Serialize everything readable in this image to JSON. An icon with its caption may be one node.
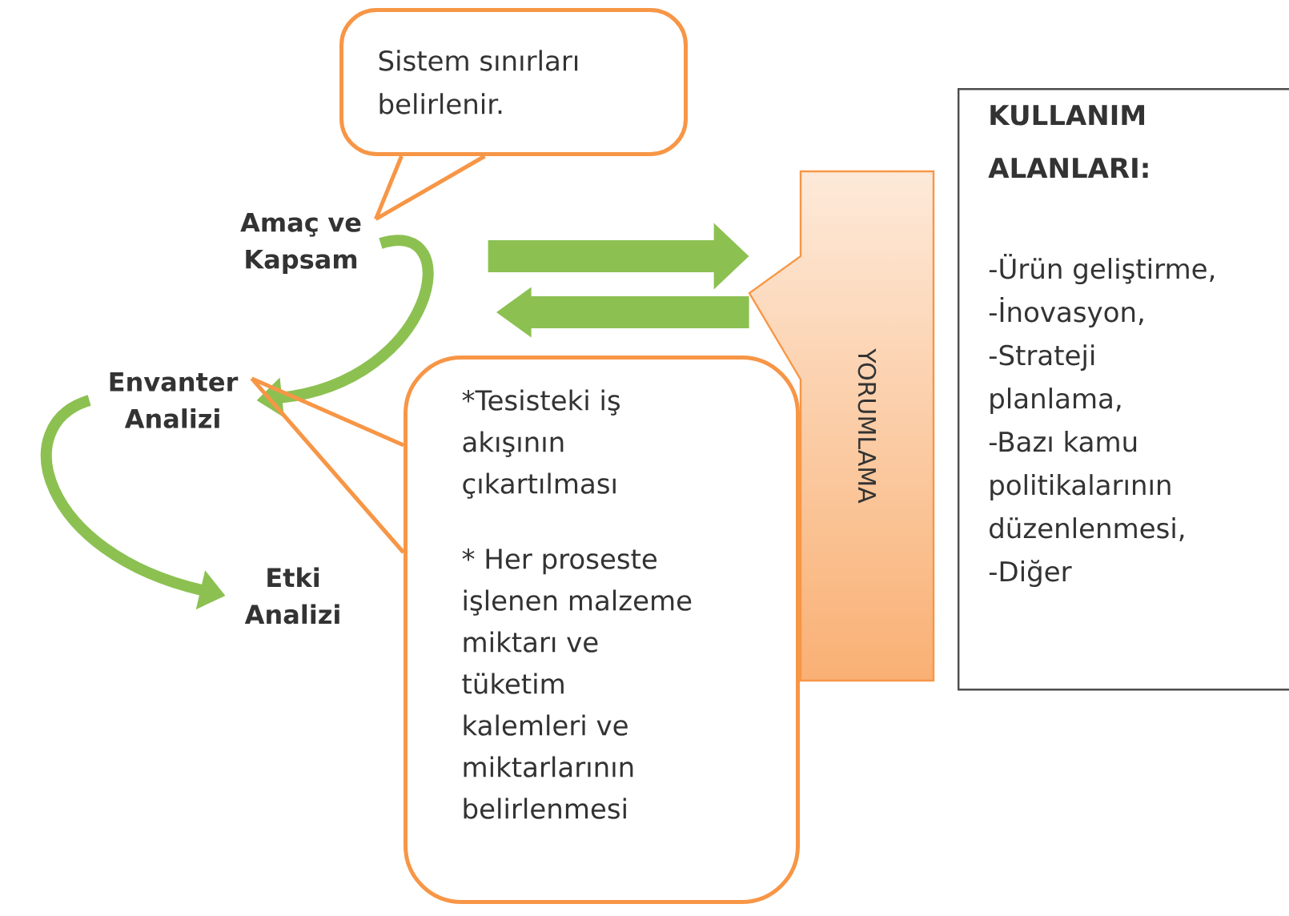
{
  "diagram": {
    "nodes": [
      {
        "text": [
          "Amaç ve Kapsam"
        ]
      },
      {
        "text": [
          "Envanter Analizi"
        ]
      },
      {
        "text": [
          "Etki Analizi"
        ]
      },
      {
        "text": [
          "Sistem sınırları belirlenir."
        ]
      },
      {
        "text": [
          "YORUMLAMA"
        ]
      },
      {
        "text": [
          "*Tesisteki iş akışının çıkartılması",
          "* Her proseste işlenen malzeme miktarı ve tüketim kalemleri ve miktarlarının belirlenmesi"
        ]
      },
      {
        "text": [
          "KULLANIM ALANLARI:",
          "-Ürün geliştirme,",
          "-İnovasyon,",
          "-Strateji planlama,",
          "-Bazı kamu politikalarının düzenlenmesi,",
          "-Diğer"
        ]
      }
    ],
    "edges": [
      {
        "from": 0,
        "to": 1,
        "arrow": "to"
      },
      {
        "from": 1,
        "to": 2,
        "arrow": "to"
      },
      {
        "from": null,
        "to": 4,
        "arrow": "to",
        "style": "thick"
      },
      {
        "from": 4,
        "to": null,
        "arrow": "to",
        "style": "thick"
      },
      {
        "from": 3,
        "to": 0,
        "arrow": "none",
        "color": "#f79646"
      },
      {
        "from": 5,
        "to": 1,
        "arrow": "none",
        "color": "#f79646"
      }
    ]
  }
}
